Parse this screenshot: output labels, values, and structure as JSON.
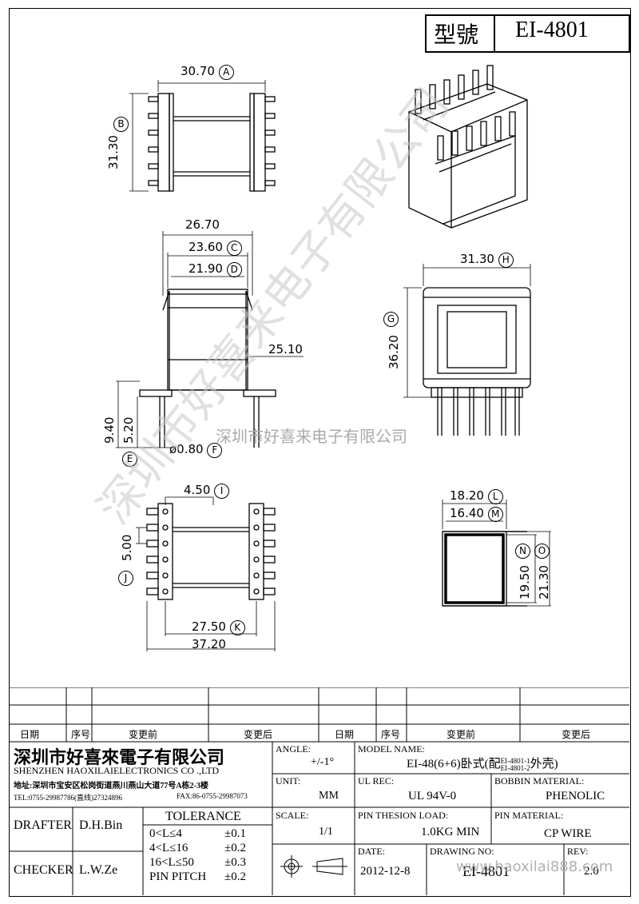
{
  "header": {
    "model_label": "型號",
    "model_value": "EI-4801"
  },
  "dims": {
    "A": "30.70",
    "B": "31.30",
    "C": "23.60",
    "D": "21.90",
    "top_w": "26.70",
    "h1": "25.10",
    "E": "9.40",
    "E2": "5.20",
    "F": "ø0.80",
    "H": "31.30",
    "G": "36.20",
    "I": "4.50",
    "J": "5.00",
    "K": "27.50",
    "bot_w": "37.20",
    "L": "18.20",
    "M": "16.40",
    "N": "19.50",
    "O": "21.30"
  },
  "letters": [
    "A",
    "B",
    "C",
    "D",
    "E",
    "F",
    "G",
    "H",
    "I",
    "J",
    "K",
    "L",
    "M",
    "N",
    "O"
  ],
  "watermarks": {
    "diag": "深圳市好喜来电子有限公司",
    "mid": "深圳市好喜来电子有限公司",
    "url": "www.haoxilai888.com"
  },
  "revision_headers": [
    "日期",
    "序号",
    "变更前",
    "变更后",
    "日期",
    "序号",
    "变更前",
    "变更后"
  ],
  "company": {
    "name_cn": "深圳市好喜來電子有限公司",
    "name_en": "SHENZHEN HAOXILAIELECTRONICS CO .,LTD",
    "address": "地址:深圳市宝安区松岗街道燕川燕山大道77号A栋2-3楼",
    "tel": "TEL:0755-29987786(直线)27324896",
    "fax": "FAX:86-0755-29987073"
  },
  "drafter": {
    "label": "DRAFTER",
    "value": "D.H.Bin"
  },
  "checker": {
    "label": "CHECKER",
    "value": "L.W.Ze"
  },
  "tolerance": {
    "title": "TOLERANCE",
    "rows": [
      {
        "range": "0<L≤4",
        "value": "±0.1"
      },
      {
        "range": "4<L≤16",
        "value": "±0.2"
      },
      {
        "range": "16<L≤50",
        "value": "±0.3"
      },
      {
        "range": "PIN PITCH",
        "value": "±0.2"
      }
    ]
  },
  "angle": {
    "label": "ANGLE:",
    "value": "+/-1°"
  },
  "unit": {
    "label": "UNIT:",
    "value": "MM"
  },
  "scale": {
    "label": "SCALE:",
    "value": "1/1"
  },
  "model_name": {
    "label": "MODEL NAME:",
    "value": "EI-48(6+6)卧式(配",
    "sub1": "EI-4801-1",
    "sub2": "EI-4801-2",
    "suffix": "外壳)"
  },
  "ul_rec": {
    "label": "UL REC:",
    "value": "UL 94V-0"
  },
  "bobbin_material": {
    "label": "BOBBIN MATERIAL:",
    "value": "PHENOLIC"
  },
  "pin_load": {
    "label": "PIN THESION LOAD:",
    "value": "1.0KG MIN"
  },
  "pin_material": {
    "label": "PIN MATERIAL:",
    "value": "CP  WIRE"
  },
  "date": {
    "label": "DATE:",
    "value": "2012-12-8"
  },
  "drawing_no": {
    "label": "DRAWING NO:",
    "value": "EI-4801"
  },
  "rev": {
    "label": "REV:",
    "value": "2.0"
  }
}
